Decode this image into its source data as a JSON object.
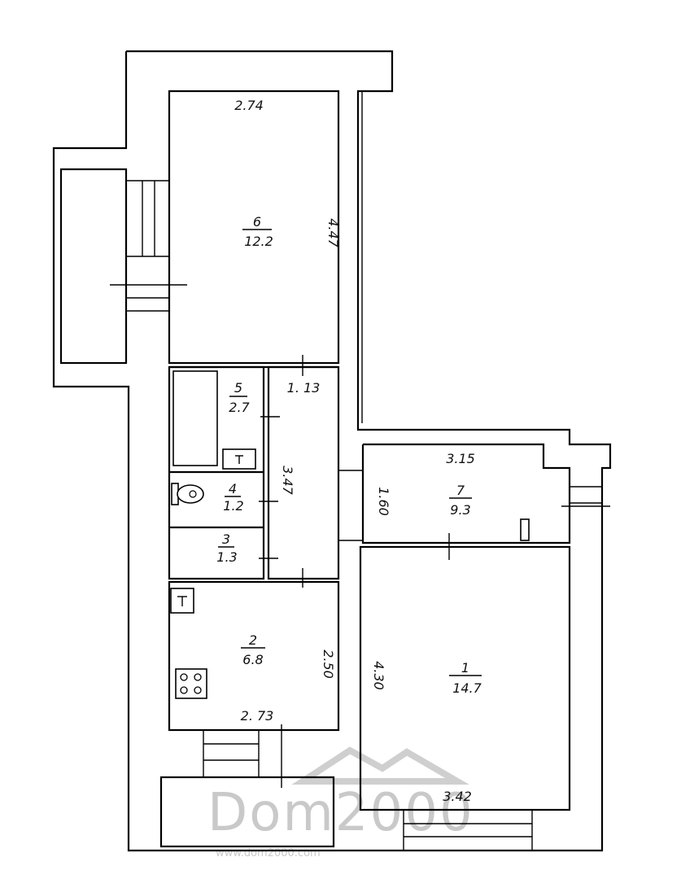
{
  "rooms": [
    {
      "id": "6",
      "area": "12.2"
    },
    {
      "id": "5",
      "area": "2.7"
    },
    {
      "id": "4",
      "area": "1.2"
    },
    {
      "id": "3",
      "area": "1.3"
    },
    {
      "id": "2",
      "area": "6.8"
    },
    {
      "id": "7",
      "area": "9.3"
    },
    {
      "id": "1",
      "area": "14.7"
    }
  ],
  "dimensions": {
    "room6_width": "2.74",
    "room6_length": "4.47",
    "corridor_width": "1. 13",
    "corridor_length": "3.47",
    "kitchen_width": "2. 73",
    "kitchen_length": "2.50",
    "room7_width": "3.15",
    "room7_length": "1.60",
    "room1_length": "4.30",
    "room1_width": "3.42"
  },
  "watermark": {
    "brand": "Dom2000",
    "url": "www.dom2000.com"
  }
}
